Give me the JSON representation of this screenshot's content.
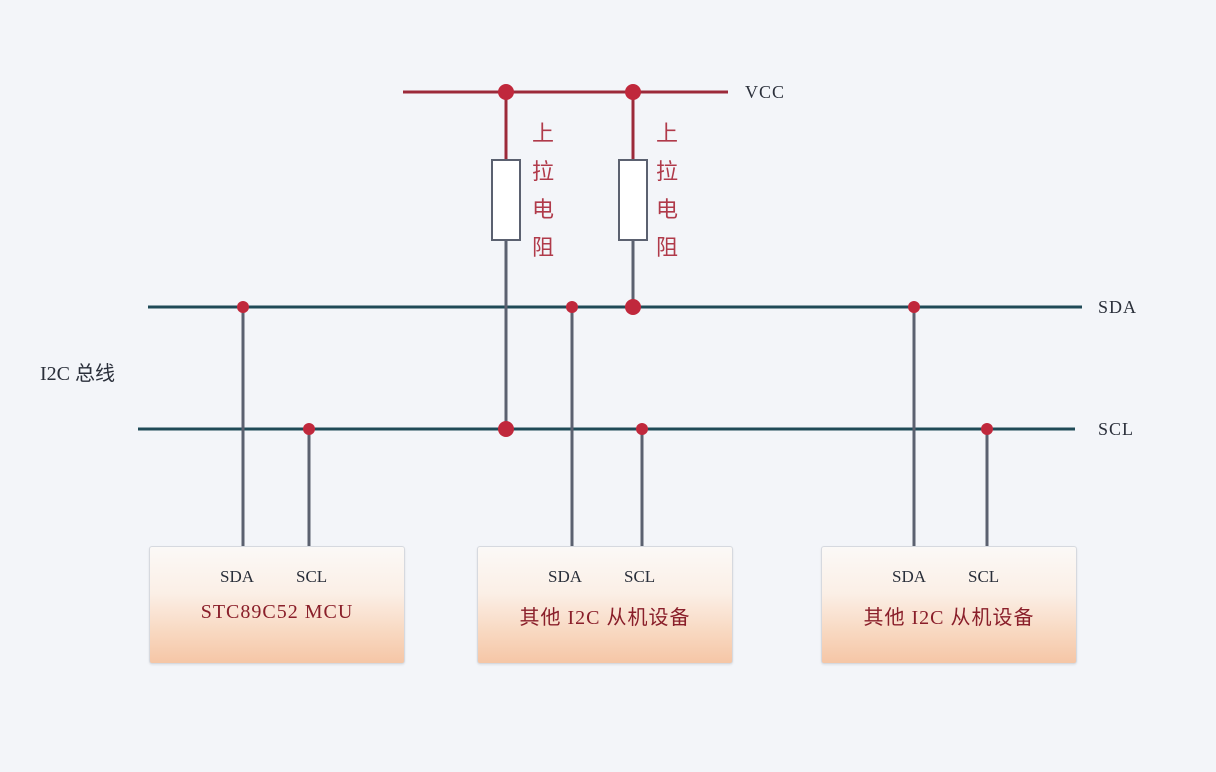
{
  "rails": {
    "vcc": "VCC",
    "sda": "SDA",
    "scl": "SCL"
  },
  "bus_label": "I2C 总线",
  "resistors": [
    {
      "label_chars": [
        "上",
        "拉",
        "电",
        "阻"
      ]
    },
    {
      "label_chars": [
        "上",
        "拉",
        "电",
        "阻"
      ]
    }
  ],
  "devices": [
    {
      "sda_pin": "SDA",
      "scl_pin": "SCL",
      "name": "STC89C52 MCU"
    },
    {
      "sda_pin": "SDA",
      "scl_pin": "SCL",
      "name": "其他 I2C 从机设备"
    },
    {
      "sda_pin": "SDA",
      "scl_pin": "SCL",
      "name": "其他 I2C 从机设备"
    }
  ],
  "colors": {
    "bus_line": "#1f4a57",
    "power_line": "#9c2a3a",
    "junction": "#c0283c",
    "resistor_fill": "#ffffff",
    "resistor_stroke": "#5b6170"
  }
}
